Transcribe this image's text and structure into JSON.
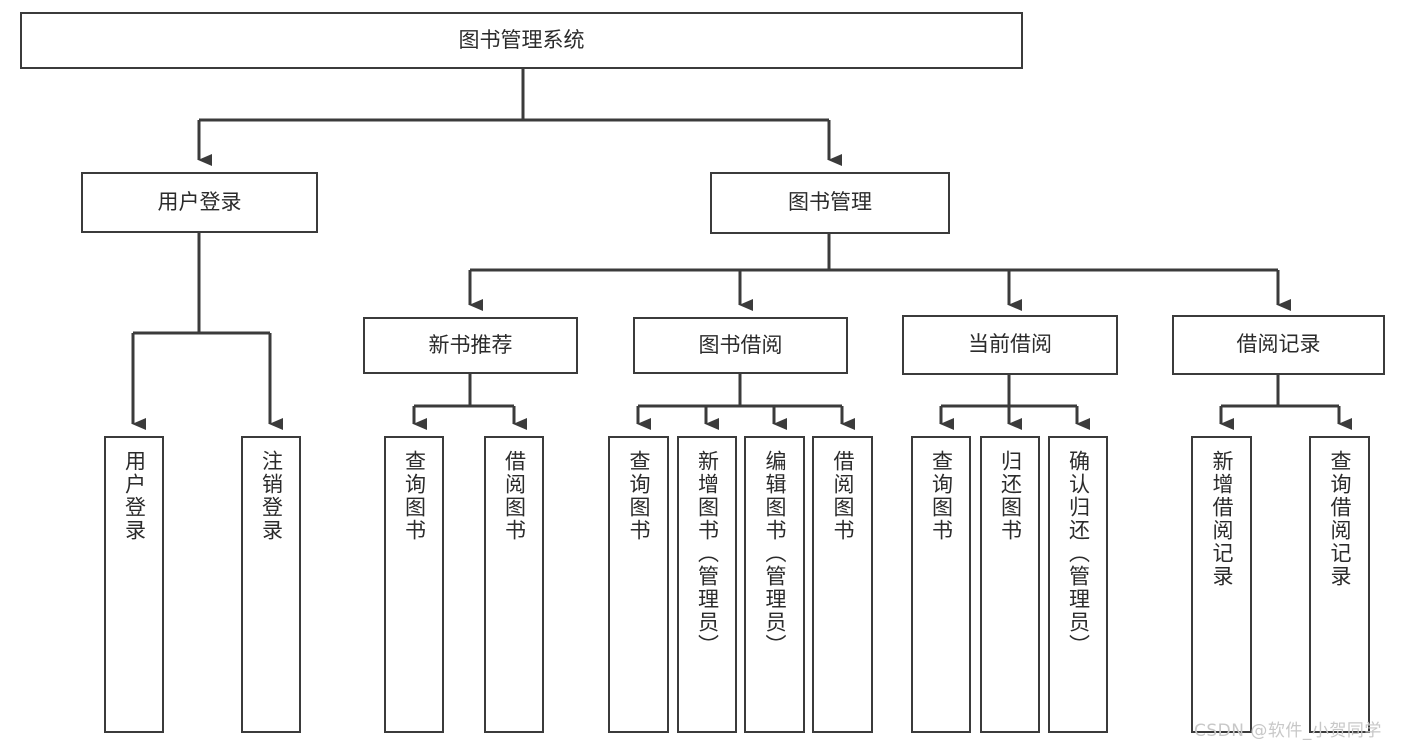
{
  "diagram": {
    "type": "tree",
    "title": "图书管理系统",
    "watermark": "CSDN @软件_小贺同学",
    "colors": {
      "stroke": "#3b3b3b",
      "fill": "#ffffff",
      "text": "#2b2b2b",
      "watermark": "#c8c8c8"
    },
    "nodes": {
      "root": {
        "label": "图书管理系统",
        "orientation": "horizontal"
      },
      "user_login": {
        "label": "用户登录",
        "orientation": "horizontal"
      },
      "book_manage": {
        "label": "图书管理",
        "orientation": "horizontal"
      },
      "new_book_rec": {
        "label": "新书推荐",
        "orientation": "horizontal"
      },
      "book_borrow": {
        "label": "图书借阅",
        "orientation": "horizontal"
      },
      "current_borrow": {
        "label": "当前借阅",
        "orientation": "horizontal"
      },
      "borrow_record": {
        "label": "借阅记录",
        "orientation": "horizontal"
      },
      "leaf_user_login": {
        "label": "用户登录",
        "orientation": "vertical"
      },
      "leaf_logout": {
        "label": "注销登录",
        "orientation": "vertical"
      },
      "leaf_query_book_1": {
        "label": "查询图书",
        "orientation": "vertical"
      },
      "leaf_borrow_book_1": {
        "label": "借阅图书",
        "orientation": "vertical"
      },
      "leaf_query_book_2": {
        "label": "查询图书",
        "orientation": "vertical"
      },
      "leaf_add_book": {
        "label": "新增图书（管理员）",
        "orientation": "vertical"
      },
      "leaf_edit_book": {
        "label": "编辑图书（管理员）",
        "orientation": "vertical"
      },
      "leaf_borrow_book_2": {
        "label": "借阅图书",
        "orientation": "vertical"
      },
      "leaf_query_book_3": {
        "label": "查询图书",
        "orientation": "vertical"
      },
      "leaf_return_book": {
        "label": "归还图书",
        "orientation": "vertical"
      },
      "leaf_confirm_return": {
        "label": "确认归还（管理员）",
        "orientation": "vertical"
      },
      "leaf_add_record": {
        "label": "新增借阅记录",
        "orientation": "vertical"
      },
      "leaf_query_record": {
        "label": "查询借阅记录",
        "orientation": "vertical"
      }
    },
    "edges": [
      {
        "from": "root",
        "to": "user_login"
      },
      {
        "from": "root",
        "to": "book_manage"
      },
      {
        "from": "user_login",
        "to": "leaf_user_login"
      },
      {
        "from": "user_login",
        "to": "leaf_logout"
      },
      {
        "from": "book_manage",
        "to": "new_book_rec"
      },
      {
        "from": "book_manage",
        "to": "book_borrow"
      },
      {
        "from": "book_manage",
        "to": "current_borrow"
      },
      {
        "from": "book_manage",
        "to": "borrow_record"
      },
      {
        "from": "new_book_rec",
        "to": "leaf_query_book_1"
      },
      {
        "from": "new_book_rec",
        "to": "leaf_borrow_book_1"
      },
      {
        "from": "book_borrow",
        "to": "leaf_query_book_2"
      },
      {
        "from": "book_borrow",
        "to": "leaf_add_book"
      },
      {
        "from": "book_borrow",
        "to": "leaf_edit_book"
      },
      {
        "from": "book_borrow",
        "to": "leaf_borrow_book_2"
      },
      {
        "from": "current_borrow",
        "to": "leaf_query_book_3"
      },
      {
        "from": "current_borrow",
        "to": "leaf_return_book"
      },
      {
        "from": "current_borrow",
        "to": "leaf_confirm_return"
      },
      {
        "from": "borrow_record",
        "to": "leaf_add_record"
      },
      {
        "from": "borrow_record",
        "to": "leaf_query_record"
      }
    ]
  }
}
